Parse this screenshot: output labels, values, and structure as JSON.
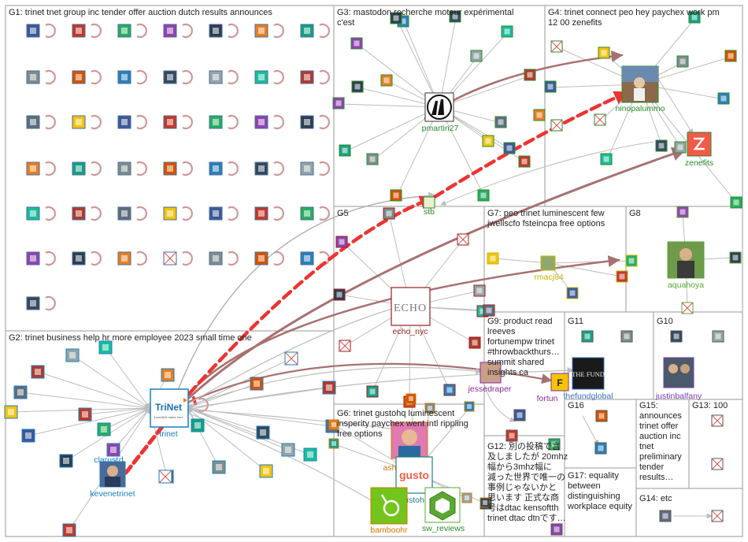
{
  "groups": [
    {
      "id": "g1",
      "lines": [
        "G1: trinet tnet group inc tender offer auction dutch results announces"
      ]
    },
    {
      "id": "g2",
      "lines": [
        "G2: trinet business help hr more employee 2023 small time one"
      ]
    },
    {
      "id": "g3",
      "lines": [
        "G3: mastodon recherche moteur expérimental",
        "c'est"
      ]
    },
    {
      "id": "g4",
      "lines": [
        "G4: trinet connect peo hey paychex work pm",
        "12 00 zenefits"
      ]
    },
    {
      "id": "g5",
      "lines": [
        "G5"
      ]
    },
    {
      "id": "g6",
      "lines": [
        "G6: trinet gustohq luminescent",
        "insperity paychex went intl rippling",
        "free options"
      ]
    },
    {
      "id": "g7",
      "lines": [
        "G7: peo trinet luminescent few",
        "jwellscfo fsteincpa free options"
      ]
    },
    {
      "id": "g8",
      "lines": [
        "G8"
      ]
    },
    {
      "id": "g9",
      "lines": [
        "G9: product read",
        "lreeves",
        "fortunempw trinet",
        "#throwbackthurs…",
        "summit shared",
        "insights ca"
      ]
    },
    {
      "id": "g10",
      "lines": [
        "G10"
      ]
    },
    {
      "id": "g11",
      "lines": [
        "G11"
      ]
    },
    {
      "id": "g12",
      "lines": [
        "G12: 別の投稿で言",
        "及しましたが 20mhz",
        "幅から3mhz幅に",
        "減った世界で唯一の",
        "事例じゃないかと",
        "思います 正式な商",
        "号はdtac kensoftth",
        "trinet dtac dtnです…"
      ]
    },
    {
      "id": "g13",
      "lines": [
        "G13: 100"
      ]
    },
    {
      "id": "g14",
      "lines": [
        "G14: etc"
      ]
    },
    {
      "id": "g15",
      "lines": [
        "G15:",
        "announces",
        "trinet offer",
        "auction inc",
        "tnet",
        "preliminary",
        "tender",
        "results…"
      ]
    },
    {
      "id": "g16",
      "lines": [
        "G16"
      ]
    },
    {
      "id": "g17",
      "lines": [
        "G17: equality",
        "between",
        "distinguishing",
        "workplace equity"
      ]
    }
  ],
  "hubs": [
    {
      "id": "trinet",
      "label": "trinet",
      "logo_text": "TriNet",
      "logo_sub": "Incredible starts here"
    },
    {
      "id": "pmartin27",
      "label": "pmartin27"
    },
    {
      "id": "ninopalummo",
      "label": "ninopalummo"
    },
    {
      "id": "zenefits",
      "label": "zenefits"
    },
    {
      "id": "echo_nyc",
      "label": "echo_nyc",
      "logo_text": "ECHO"
    },
    {
      "id": "aquahoya",
      "label": "aquahoya"
    },
    {
      "id": "rmacj84",
      "label": "rmacj84"
    },
    {
      "id": "jessedraper",
      "label": "jessedraper"
    },
    {
      "id": "thefundglobal",
      "label": "thefundglobal",
      "logo_text": "THE FUND"
    },
    {
      "id": "justinbalfany",
      "label": "justinbalfany"
    },
    {
      "id": "fortun",
      "label": "fortun"
    },
    {
      "id": "gustohq",
      "label": "gustohq",
      "logo_text": "gusto"
    },
    {
      "id": "bamboohr",
      "label": "bamboohr"
    },
    {
      "id": "sw_reviews",
      "label": "sw_reviews"
    },
    {
      "id": "kevenetrinet",
      "label": "kevenetrinet"
    },
    {
      "id": "clarusrd",
      "label": "clarusrd"
    },
    {
      "id": "ash",
      "label": "ash"
    },
    {
      "id": "stb",
      "label": "stb"
    }
  ],
  "colors": {
    "box": "#9a9a9a",
    "edge": "#b8b8b8",
    "edge_strong": "#a87070",
    "edge_red": "#ee3333",
    "selfloop": "#d09898",
    "label_g2": "#1a7fc0",
    "label_g3": "#2a8a2a",
    "label_g5": "#9b1b1b",
    "label_g7": "#c8b400",
    "label_g8": "#55a830",
    "label_g9": "#8a2a9a",
    "label_g6": "#d07800",
    "label_g6b": "#1e7e7e",
    "label_g11": "#3a6fc8",
    "label_g10": "#7a3ab0"
  }
}
